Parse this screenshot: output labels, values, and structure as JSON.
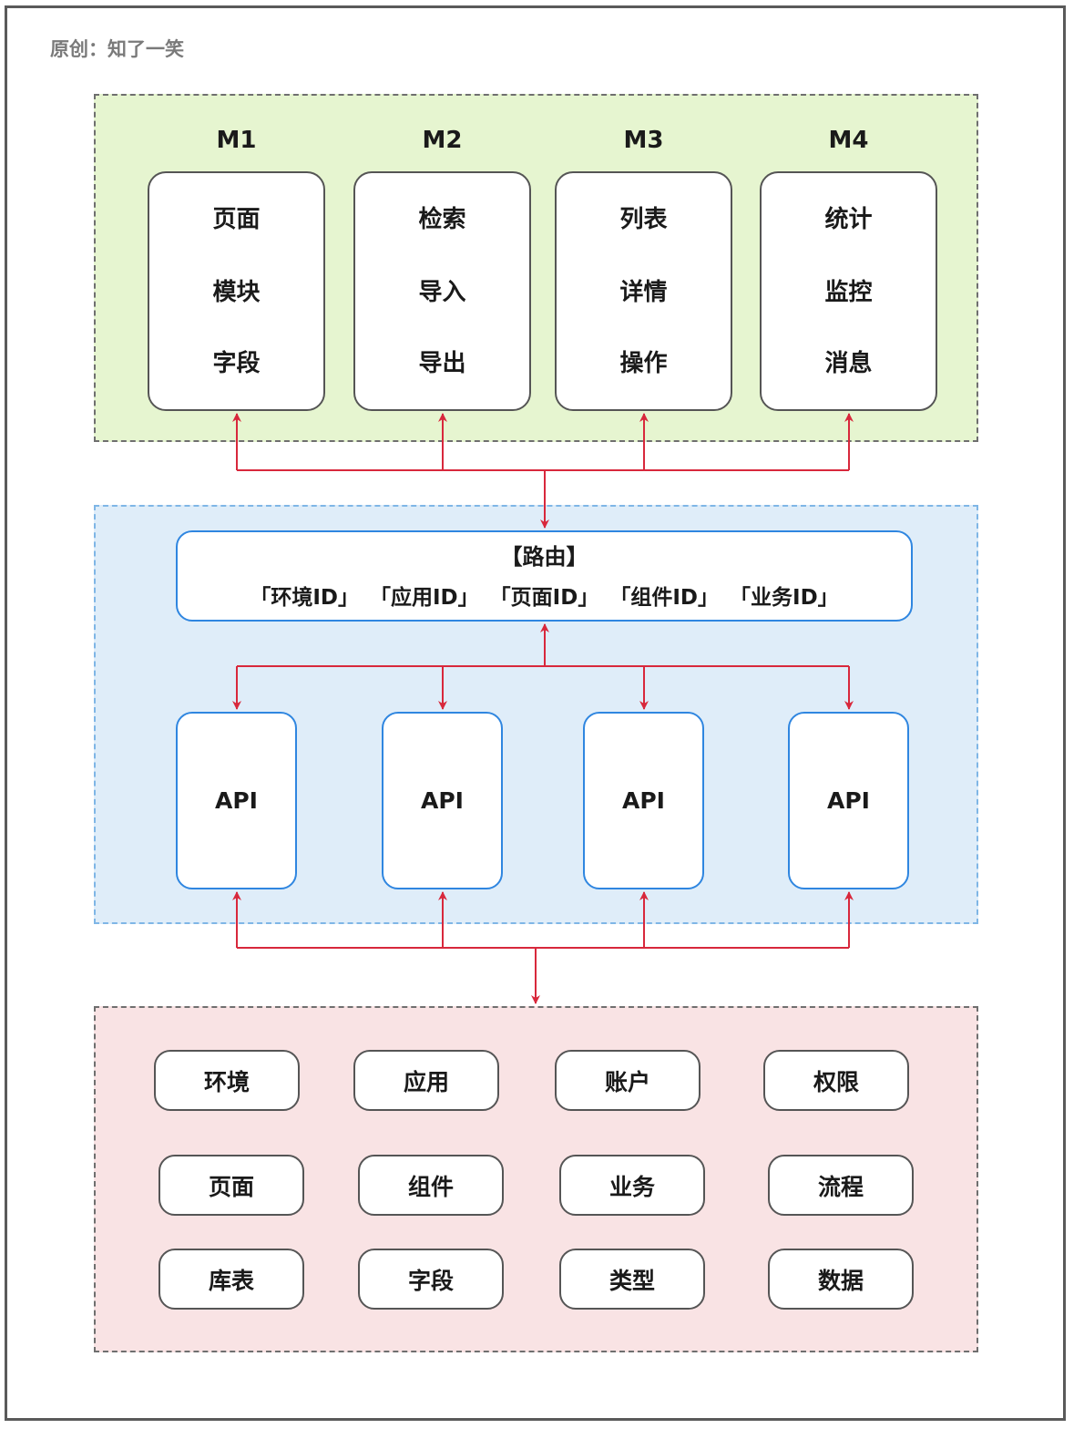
{
  "credit": "原创：知了一笑",
  "modules": [
    {
      "title": "M1",
      "items": [
        "页面",
        "模块",
        "字段"
      ]
    },
    {
      "title": "M2",
      "items": [
        "检索",
        "导入",
        "导出"
      ]
    },
    {
      "title": "M3",
      "items": [
        "列表",
        "详情",
        "操作"
      ]
    },
    {
      "title": "M4",
      "items": [
        "统计",
        "监控",
        "消息"
      ]
    }
  ],
  "router": {
    "title": "【路由】",
    "params": [
      "「环境ID」",
      "「应用ID」",
      "「页面ID」",
      "「组件ID」",
      "「业务ID」"
    ]
  },
  "apis": [
    "API",
    "API",
    "API",
    "API"
  ],
  "resources": [
    [
      "环境",
      "应用",
      "账户",
      "权限"
    ],
    [
      "页面",
      "组件",
      "业务",
      "流程"
    ],
    [
      "库表",
      "字段",
      "类型",
      "数据"
    ]
  ],
  "colors": {
    "module_region_bg": "#e6f5d0",
    "api_region_bg": "#dfedf9",
    "resource_region_bg": "#f9e3e4",
    "connector": "#d8283c",
    "api_border": "#2f86e0"
  }
}
